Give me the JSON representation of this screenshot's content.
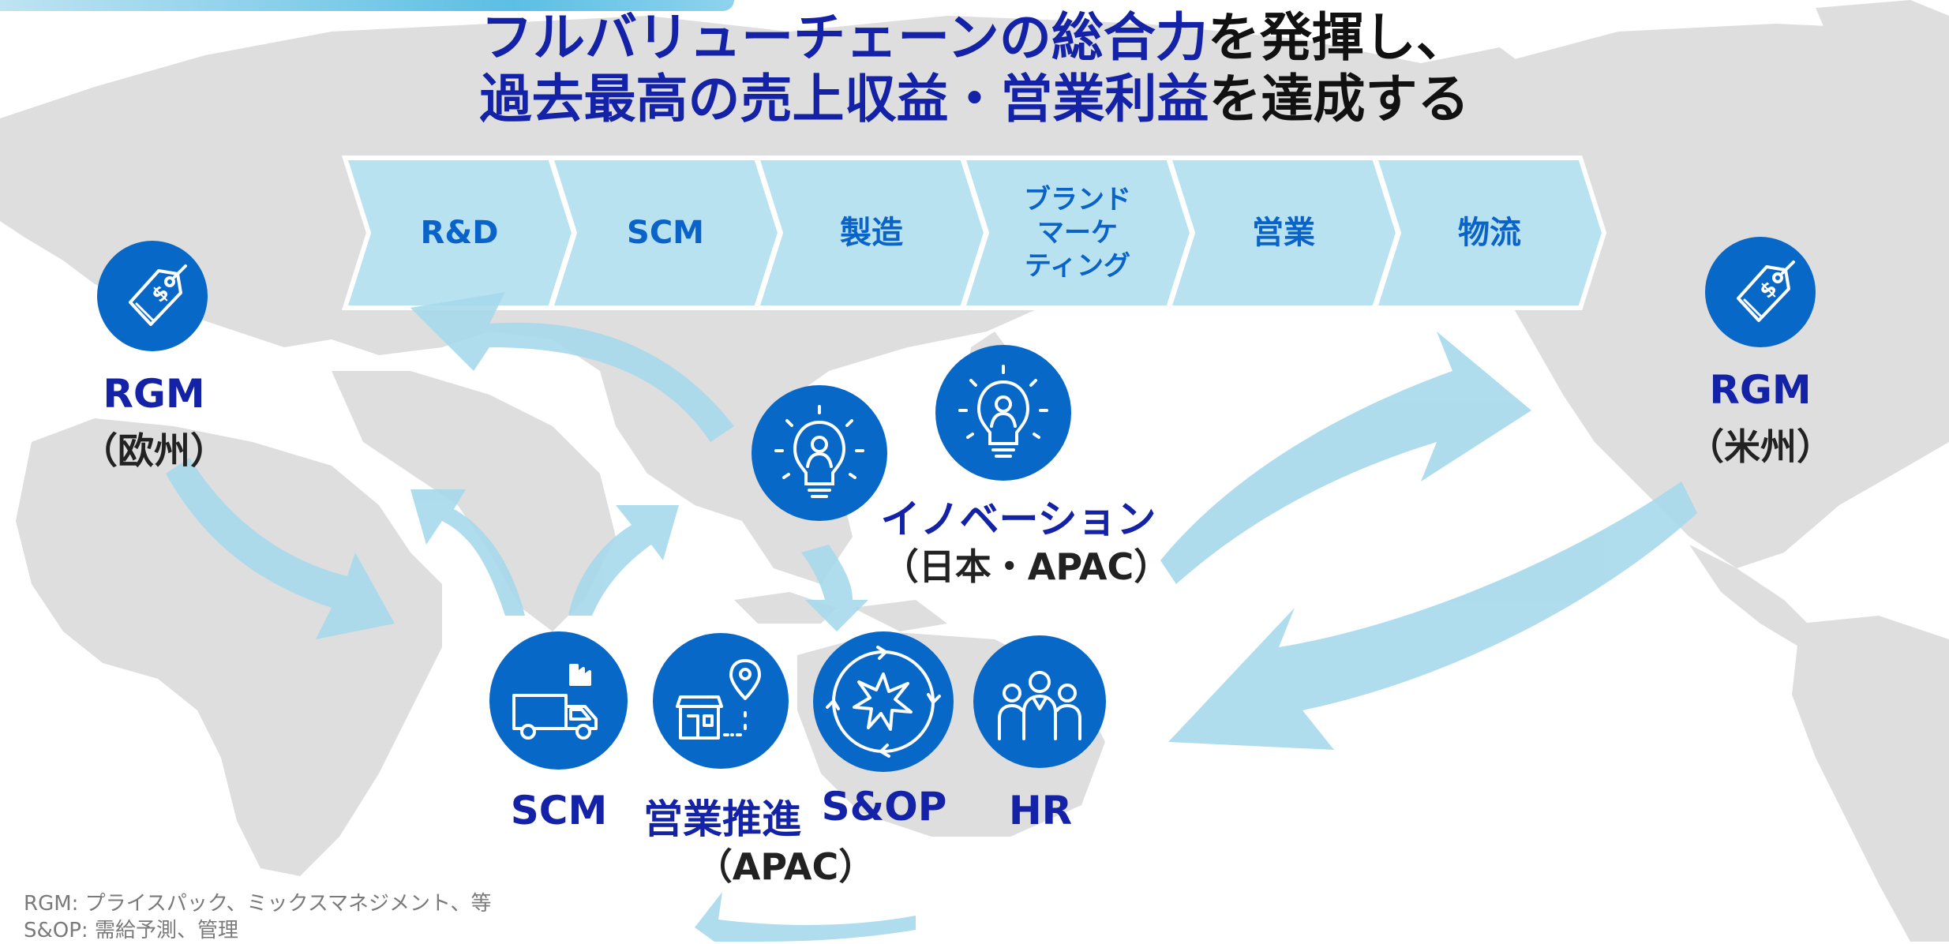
{
  "title": {
    "line1_blue": "フルバリューチェーンの総合力",
    "line1_black": "を発揮し、",
    "line2_blue": "過去最高の売上収益・営業利益",
    "line2_black": "を達成する"
  },
  "value_chain": [
    {
      "label": "R&D"
    },
    {
      "label": "SCM"
    },
    {
      "label": "製造"
    },
    {
      "label": "ブランド\nマーケ\nティング"
    },
    {
      "label": "営業"
    },
    {
      "label": "物流"
    }
  ],
  "hubs": {
    "rgm_europe": {
      "name": "RGM",
      "region": "（欧州）",
      "icon": "price-tag-dollar-icon"
    },
    "rgm_americas": {
      "name": "RGM",
      "region": "（米州）",
      "icon": "price-tag-dollar-icon"
    },
    "innovation": {
      "name": "イノベーション",
      "region": "（日本・APAC）",
      "icon": "lightbulb-person-icon"
    },
    "apac": {
      "functions": [
        {
          "label": "SCM",
          "icon": "factory-truck-icon"
        },
        {
          "label": "営業推進",
          "icon": "store-location-icon"
        },
        {
          "label": "S&OP",
          "icon": "cycle-burst-icon"
        },
        {
          "label": "HR",
          "icon": "people-group-icon"
        }
      ],
      "region": "（APAC）"
    }
  },
  "footnotes": [
    "RGM: プライスパック、ミックスマネジメント、等",
    "S&OP: 需給予測、管理"
  ],
  "colors": {
    "title_blue": "#1322A6",
    "chain_fill": "#B9E2F1",
    "chain_text": "#0A63C9",
    "icon_blue": "#0868C8",
    "arrow": "#9FD6EA",
    "map": "#DCDCDC"
  }
}
